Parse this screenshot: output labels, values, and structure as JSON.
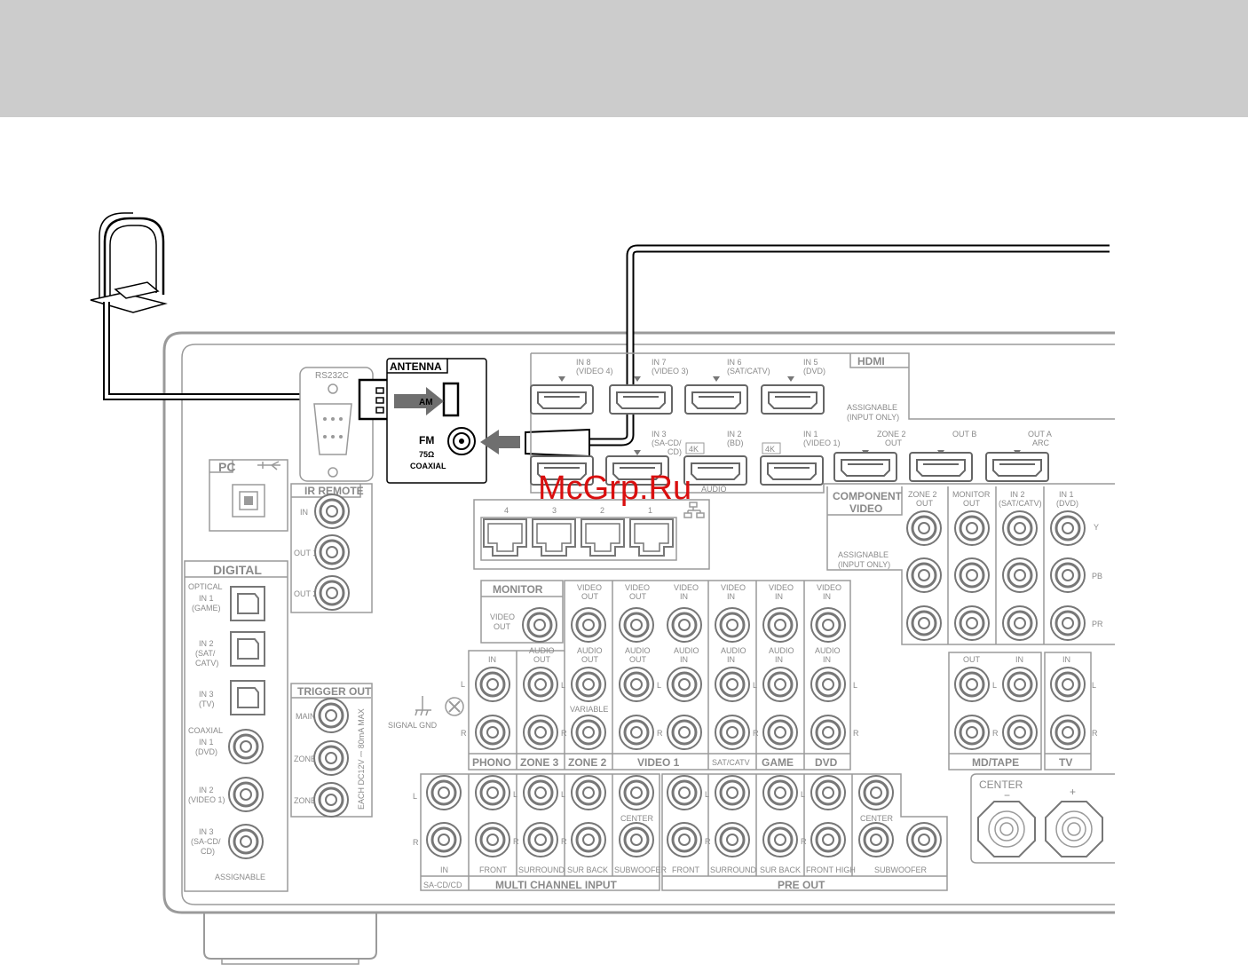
{
  "antenna_box": {
    "title": "ANTENNA",
    "am": "AM",
    "fm": "FM",
    "ohm": "75Ω",
    "coaxial": "COAXIAL"
  },
  "rs232c": "RS232C",
  "pc": "PC",
  "ir_remote": {
    "title": "IR REMOTE",
    "in": "IN",
    "out1": "OUT 1",
    "out2": "OUT 2"
  },
  "trigger_out": {
    "title": "TRIGGER OUT",
    "main": "MAIN",
    "zone2": "ZONE 2",
    "zone3": "ZONE 3",
    "note": "EACH DC12V ⎓ 80mA MAX"
  },
  "digital": {
    "title": "DIGITAL",
    "optical": "OPTICAL",
    "opt_in1": [
      "IN 1",
      "(GAME)"
    ],
    "opt_in2": [
      "IN 2",
      "(SAT/",
      "CATV)"
    ],
    "opt_in3": [
      "IN 3",
      "(TV)"
    ],
    "coaxial": "COAXIAL",
    "coax_in1": [
      "IN 1",
      "(DVD)"
    ],
    "coax_in2": [
      "IN 2",
      "(VIDEO 1)"
    ],
    "coax_in3": [
      "IN 3",
      "(SA-CD/",
      "CD)"
    ],
    "assignable": "ASSIGNABLE"
  },
  "hdmi": {
    "title": "HDMI",
    "in8": [
      "IN 8",
      "(VIDEO 4)"
    ],
    "in7": [
      "IN 7",
      "(VIDEO 3)"
    ],
    "in6": [
      "IN 6",
      "(SAT/CATV)"
    ],
    "in5": [
      "IN 5",
      "(DVD)"
    ],
    "assignable": [
      "ASSIGNABLE",
      "(INPUT ONLY)"
    ],
    "in3": [
      "IN 3",
      "(SA-CD/",
      "CD)"
    ],
    "in2": [
      "IN 2",
      "(BD)"
    ],
    "in1": [
      "IN 1",
      "(VIDEO 1)"
    ],
    "zone2out": [
      "ZONE 2",
      "OUT"
    ],
    "outb": "OUT B",
    "outa": [
      "OUT A",
      "ARC"
    ],
    "k4": "4K",
    "audio": "AUDIO"
  },
  "lan": {
    "ports": [
      "4",
      "3",
      "2",
      "1"
    ]
  },
  "component": {
    "title": [
      "COMPONENT",
      "VIDEO"
    ],
    "assignable": [
      "ASSIGNABLE",
      "(INPUT ONLY)"
    ],
    "zone2out": [
      "ZONE 2",
      "OUT"
    ],
    "monitor_out": [
      "MONITOR",
      "OUT"
    ],
    "in2": [
      "IN 2",
      "(SAT/CATV)"
    ],
    "in1": [
      "IN 1",
      "(DVD)"
    ],
    "y": "Y",
    "pb": "PB",
    "pr": "PR"
  },
  "monitor": {
    "title": "MONITOR",
    "video_out": [
      "VIDEO",
      "OUT"
    ]
  },
  "labels": {
    "video_out": [
      "VIDEO",
      "OUT"
    ],
    "video_in": [
      "VIDEO",
      "IN"
    ],
    "audio_out": [
      "AUDIO",
      "OUT"
    ],
    "audio_in": [
      "AUDIO",
      "IN"
    ],
    "in": "IN",
    "out": "OUT",
    "l": "L",
    "r": "R",
    "variable": "VARIABLE",
    "signal_gnd": "SIGNAL GND"
  },
  "groups": [
    "PHONO",
    "ZONE 3",
    "ZONE 2",
    "VIDEO 1",
    "SAT/CATV",
    "GAME",
    "DVD",
    "MD/TAPE",
    "TV"
  ],
  "multi_channel": {
    "title": "MULTI CHANNEL INPUT",
    "sacd": "SA-CD/CD",
    "in": "IN",
    "front": "FRONT",
    "surround": "SURROUND",
    "sur_back": "SUR BACK",
    "center": "CENTER",
    "subwoofer": "SUBWOOFER"
  },
  "pre_out": {
    "title": "PRE OUT",
    "front": "FRONT",
    "surround": "SURROUND",
    "sur_back": "SUR BACK",
    "front_high": "FRONT HIGH",
    "center": "CENTER",
    "subwoofer": "SUBWOOFER"
  },
  "speaker": {
    "center": "CENTER",
    "minus": "−",
    "plus": "+"
  },
  "watermark": "McGrp.Ru"
}
